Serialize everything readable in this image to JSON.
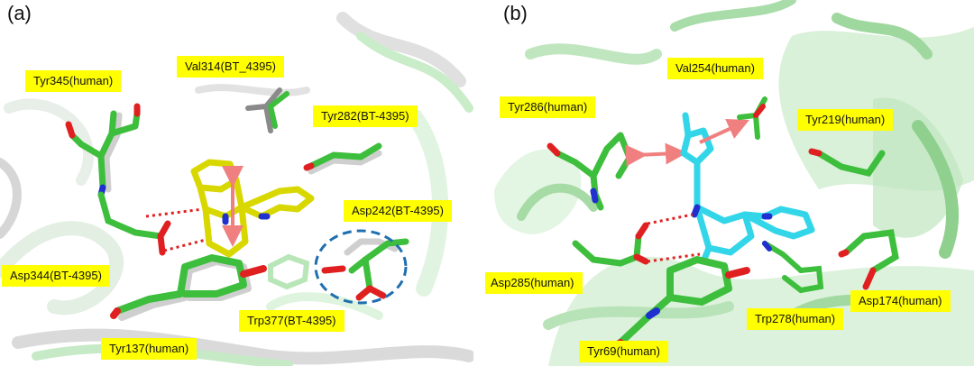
{
  "panels": [
    {
      "letter": "(a)",
      "labels": {
        "tyr345": "Tyr345(human)",
        "val314": "Val314(BT_4395)",
        "tyr282": "Tyr282(BT-4395)",
        "asp242": "Asp242(BT-4395)",
        "asp344": "Asp344(BT-4395)",
        "trp377": "Trp377(BT-4395)",
        "tyr137": "Tyr137(human)"
      }
    },
    {
      "letter": "(b)",
      "labels": {
        "val254": "Val254(human)",
        "tyr286": "Tyr286(human)",
        "tyr219": "Tyr219(human)",
        "asp285": "Asp285(human)",
        "asp174": "Asp174(human)",
        "trp278": "Trp278(human)",
        "tyr69": "Tyr69(human)"
      }
    }
  ],
  "colors": {
    "label_bg": "#ffff00",
    "protein_green": "#3dbe3d",
    "protein_white": "#d9d9d9",
    "ligand_yellow": "#d8d800",
    "ligand_cyan": "#33d6e8",
    "oxygen": "#e02020",
    "nitrogen": "#2030d0",
    "interaction_arrow": "#f08080",
    "highlight_circle": "#1f6fb0"
  }
}
